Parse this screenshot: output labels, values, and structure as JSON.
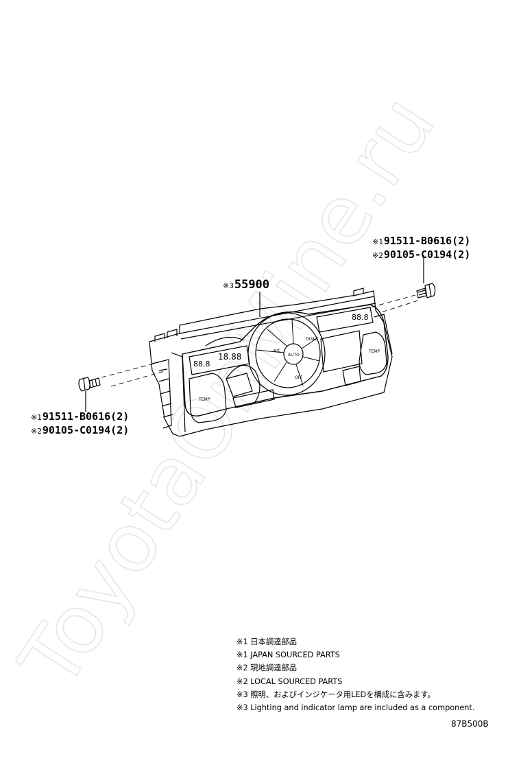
{
  "watermark": "ToyotaOnMine.ru",
  "callouts": {
    "main_unit": {
      "marker": "※3",
      "part": "55900"
    },
    "right_screw": [
      {
        "marker": "※1",
        "part": "91511-B0616(2)"
      },
      {
        "marker": "※2",
        "part": "90105-C0194(2)"
      }
    ],
    "left_screw": [
      {
        "marker": "※1",
        "part": "91511-B0616(2)"
      },
      {
        "marker": "※2",
        "part": "90105-C0194(2)"
      }
    ]
  },
  "panel_labels": {
    "display_left_a": "88.8",
    "display_left_b": "18.88",
    "display_right": "88.8",
    "ac": "A/C",
    "auto": "AUTO",
    "dual": "DUAL",
    "off": "OFF",
    "temp_left": "TEMP",
    "temp_right": "TEMP"
  },
  "legend": [
    "※1 日本調達部品",
    "※1 JAPAN SOURCED PARTS",
    "※2 現地調達部品",
    "※2 LOCAL SOURCED PARTS",
    "※3 照明、およびインジケータ用LEDを構成に含みます。",
    "※3 Lighting and indicator lamp are included as a component."
  ],
  "figure_id": "87B500B"
}
